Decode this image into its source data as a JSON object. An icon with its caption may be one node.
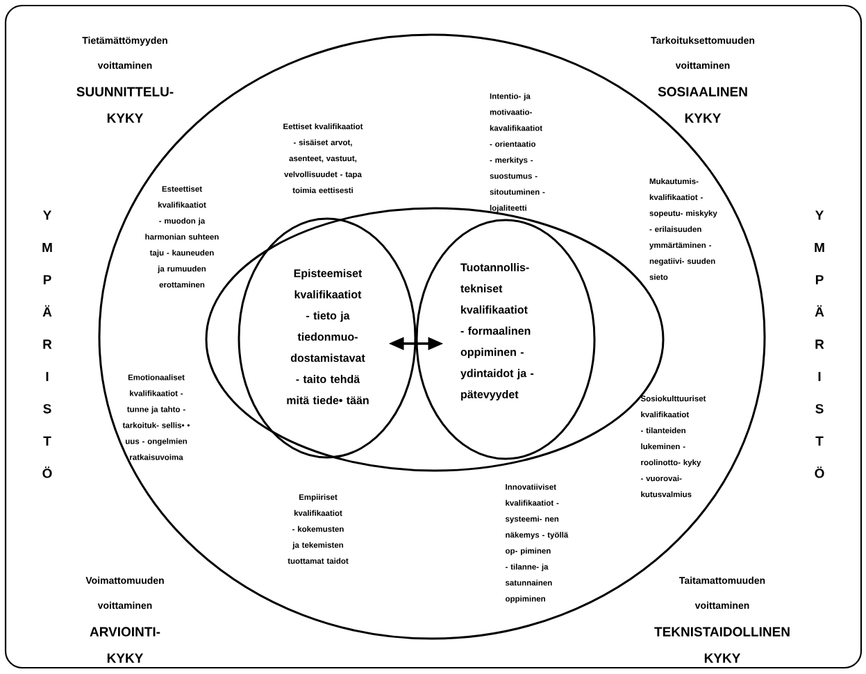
{
  "diagram": {
    "nodes": [
      {
        "text": [
          "Eettiset kvalifikaatiot - sisäiset arvot, asenteet, vastuut, velvollisuudet - tapa toimia eettisesti",
          "Intentio- ja motivaatio- kavalifikaatiot - orientaatio - merkitys - suostumus - sitoutuminen - lojaliteetti",
          "Esteettiset kvalifikaatiot - muodon ja harmonian suhteen taju - kauneuden ja rumuuden erottaminen",
          "Mukautumis- kvalifikaatiot - sopeutu- miskyky - erilaisuuden ymmärtäminen - negatiivi- suuden sieto",
          "Emotionaaliset kvalifikaatiot - tunne ja tahto - tarkoituk- sellis• • uus - ongelmien ratkaisuvoima",
          "Sosiokulttuuriset kvalifikaatiot - tilanteiden lukeminen - roolinotto- kyky - vuorovai- kutusvalmius",
          "Empiiriset kvalifikaatiot - kokemusten ja tekemisten tuottamat taidot",
          "Innovatiiviset kvalifikaatiot - systeemi- nen näkemys - työllä op- piminen - tilanne- ja satunnainen oppiminen"
        ]
      },
      {
        "text": [],
        "shape": "ellipse",
        "in": 0
      },
      {
        "text": [
          "Episteemiset kvalifikaatiot - tieto ja tiedonmuo- dostamistavat - taito tehdä mitä tiede• tään"
        ],
        "in": 1
      },
      {
        "text": [
          "Tuotannollis- tekniset kvalifikaatiot - formaalinen oppiminen - ydintaidot ja -pätevyydet"
        ],
        "in": 1
      }
    ],
    "edges": [
      {
        "from": 2,
        "to": 3,
        "arrow": "both"
      }
    ],
    "labels": [
      "Tietämättömyyden voittaminen",
      "SUUNNITTELU- KYKY",
      "Tarkoituksettomuuden voittaminen",
      "SOSIAALINEN KYKY",
      "YMPÄRISTÖ",
      "YMPÄRISTÖ",
      "Voimattomuuden voittaminen",
      "ARVIOINTI- KYKY",
      "Taitamattomuuden voittaminen",
      "TEKNISTAIDOLLINEN KYKY"
    ]
  }
}
